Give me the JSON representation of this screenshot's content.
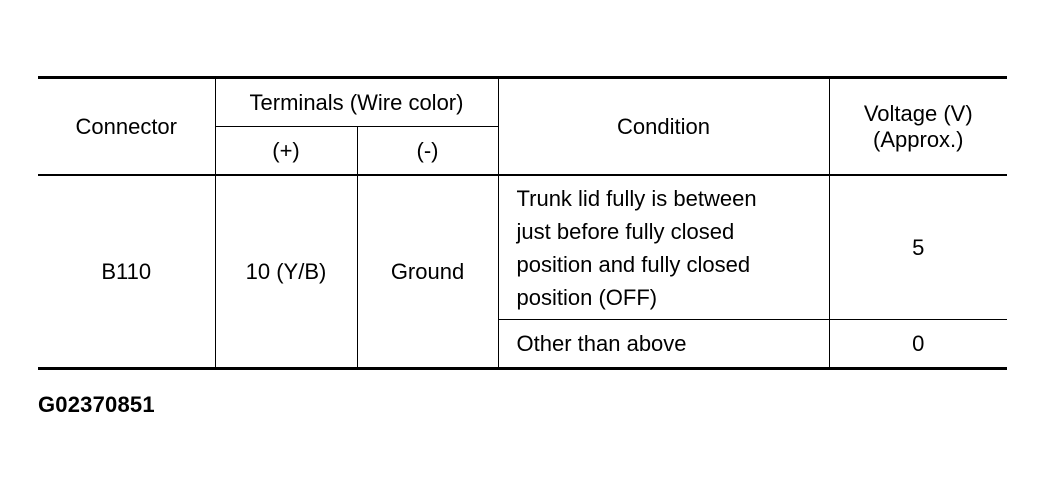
{
  "table": {
    "header": {
      "connector": "Connector",
      "terminals": "Terminals (Wire color)",
      "plus": "(+)",
      "minus": "(-)",
      "condition": "Condition",
      "voltage_line1": "Voltage (V)",
      "voltage_line2": "(Approx.)"
    },
    "row": {
      "connector": "B110",
      "terminal_plus": "10 (Y/B)",
      "terminal_minus": "Ground",
      "conditions": [
        {
          "lines": [
            "Trunk lid fully is between",
            "just before fully closed",
            "position and fully closed",
            "position (OFF)"
          ],
          "voltage": "5"
        },
        {
          "lines": [
            "Other than above"
          ],
          "voltage": "0"
        }
      ]
    }
  },
  "caption": "G02370851"
}
